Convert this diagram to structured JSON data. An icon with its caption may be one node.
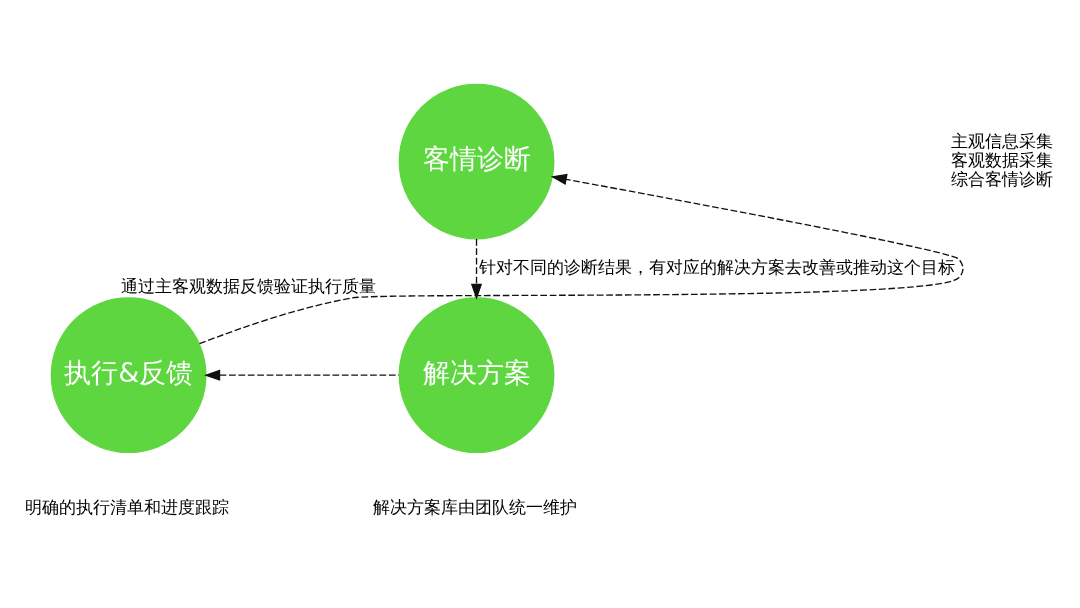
{
  "diagram": {
    "nodes": [
      {
        "text": [
          "客情诊断"
        ],
        "beside": [
          "主观信息采集",
          "客观数据采集",
          "综合客情诊断"
        ]
      },
      {
        "text": [
          "解决方案"
        ],
        "beside": [
          "解决方案库由团队统一维护"
        ]
      },
      {
        "text": [
          "执行&反馈"
        ],
        "beside": [
          "明确的执行清单和进度跟踪"
        ]
      }
    ],
    "edges": [
      {
        "from": 0,
        "to": 1,
        "arrow": "to",
        "style": "dashed",
        "label": "针对不同的诊断结果，有对应的解决方案去改善或推动这个目标"
      },
      {
        "from": 1,
        "to": 2,
        "arrow": "to",
        "style": "dashed"
      },
      {
        "from": 2,
        "to": 0,
        "arrow": "to",
        "style": "dashed",
        "label": "通过主客观数据反馈验证执行质量"
      }
    ]
  }
}
